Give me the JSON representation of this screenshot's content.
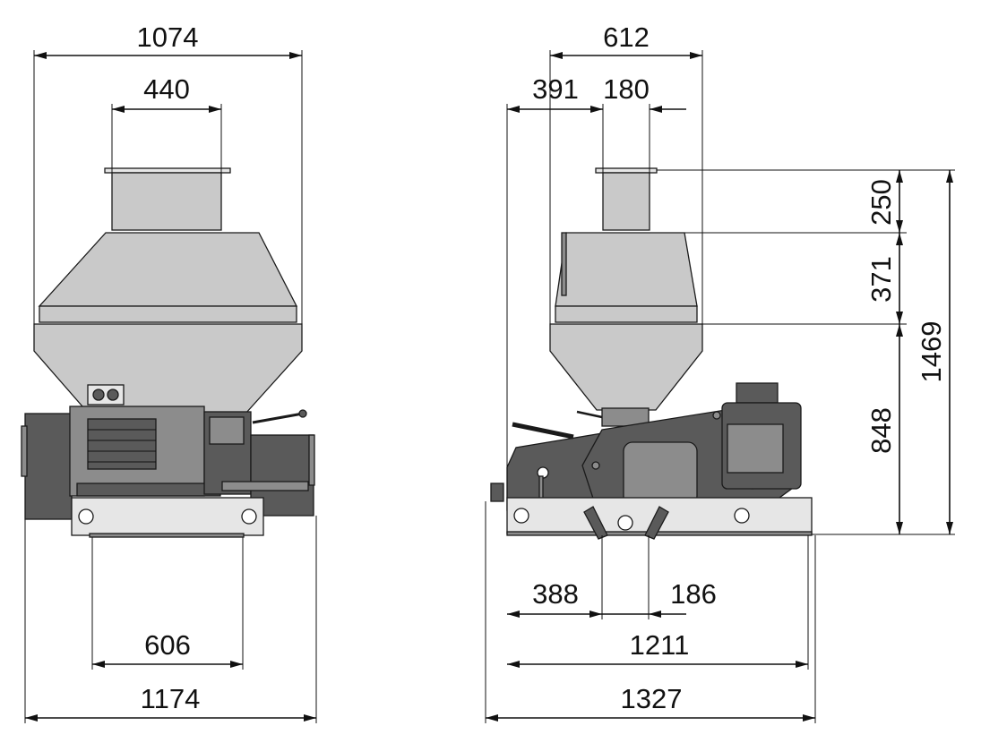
{
  "front_view": {
    "overall_width_top": "1074",
    "inlet_width": "440",
    "base_width": "606",
    "overall_width_bottom": "1174"
  },
  "side_view": {
    "hopper_width": "612",
    "offset_left": "391",
    "inlet_width": "180",
    "inlet_height": "250",
    "hood_height": "371",
    "lower_height": "848",
    "overall_height": "1469",
    "foot_offset_left": "388",
    "foot_spacing": "186",
    "base_length": "1211",
    "overall_length": "1327"
  },
  "colors": {
    "body": "#c9c9c9",
    "machine": "#5a5a5a",
    "dimension": "#111111"
  }
}
